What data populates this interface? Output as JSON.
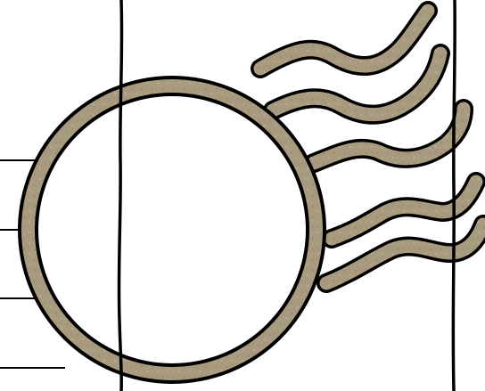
{
  "colors": {
    "background": "#ffffff",
    "outline": "#000000",
    "fill": "#a79a7f",
    "fill_dark": "#8f8268",
    "fill_light": "#bdb197"
  },
  "elements": {
    "ring": "cell-ring",
    "tails": "wavy-tails",
    "tail_count": 5,
    "guide_line_count": 4,
    "vertical_line_count": 2
  }
}
